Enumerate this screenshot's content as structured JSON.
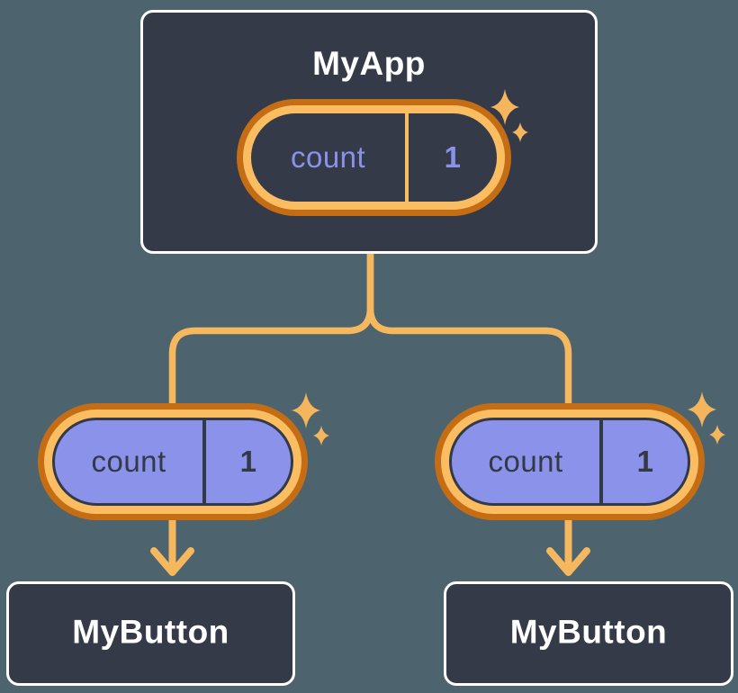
{
  "diagram": {
    "root": {
      "title": "MyApp",
      "state": {
        "label": "count",
        "value": "1"
      }
    },
    "children": [
      {
        "title": "MyButton",
        "state": {
          "label": "count",
          "value": "1"
        }
      },
      {
        "title": "MyButton",
        "state": {
          "label": "count",
          "value": "1"
        }
      }
    ]
  },
  "icons": {
    "sparkle": "four-point-star",
    "arrow": "down-arrow"
  },
  "colors": {
    "background": "#4d636e",
    "card_fill": "#343a48",
    "card_border": "#ffffff",
    "pill_ring_dark_orange": "#c56d14",
    "pill_ring_light_orange": "#fabd62",
    "connector_line": "#f6b85e",
    "state_purple": "#8b92e9",
    "text_light": "#ffffff",
    "text_dark": "#333a47",
    "sparkle": "#f5b55c"
  }
}
